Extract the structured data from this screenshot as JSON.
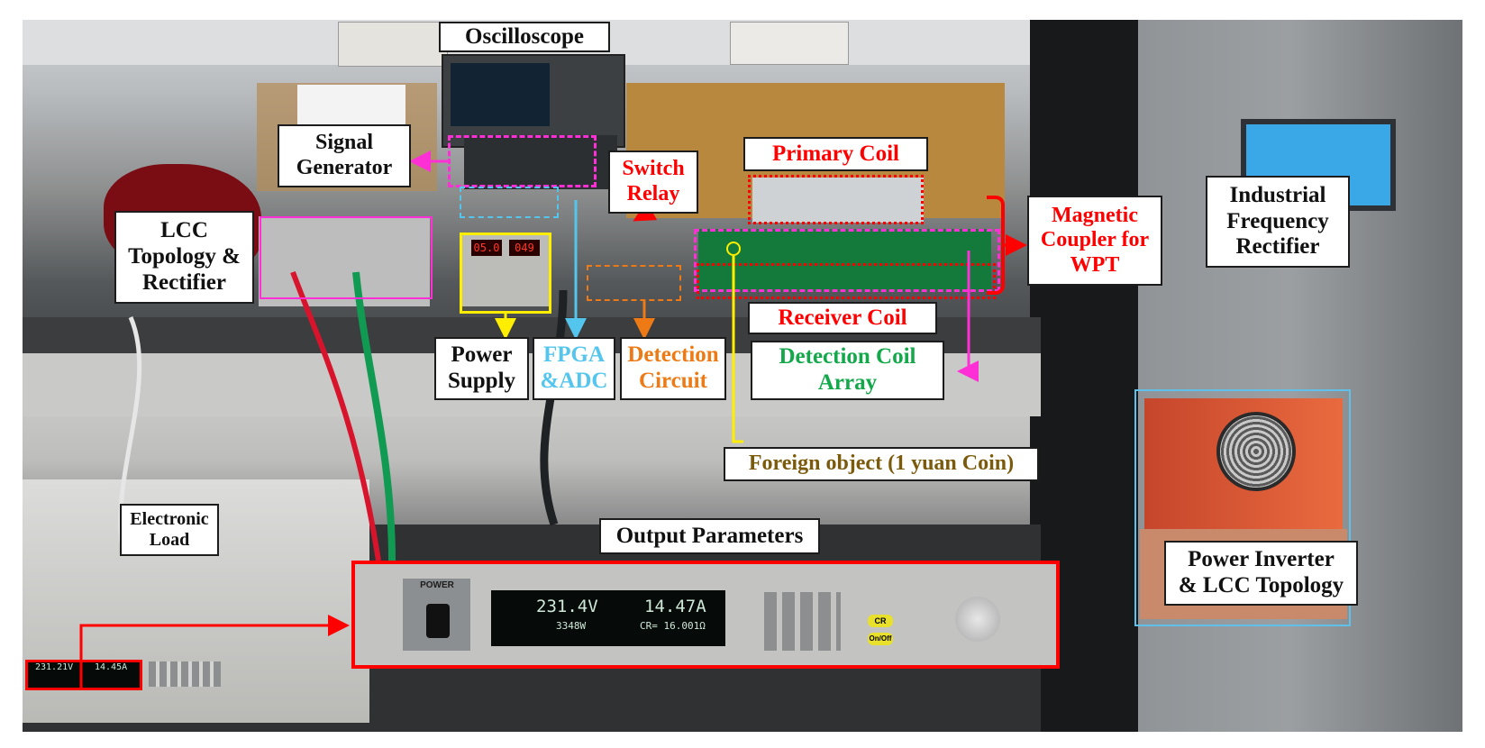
{
  "labels": {
    "oscilloscope": "Oscilloscope",
    "signal_generator": "Signal\nGenerator",
    "switch_relay": "Switch\nRelay",
    "primary_coil": "Primary Coil",
    "magnetic_coupler": "Magnetic\nCoupler for\nWPT",
    "industrial_rectifier": "Industrial\nFrequency\nRectifier",
    "lcc_rectifier": "LCC\nTopology &\nRectifier",
    "receiver_coil": "Receiver Coil",
    "power_supply": "Power\nSupply",
    "fpga_adc": "FPGA\n&ADC",
    "detection_circuit": "Detection\nCircuit",
    "detection_coil_array": "Detection Coil\nArray",
    "foreign_object": "Foreign object (1 yuan Coin)",
    "electronic_load": "Electronic\nLoad",
    "output_parameters": "Output Parameters",
    "power_inverter": "Power Inverter\n& LCC Topology"
  },
  "readouts": {
    "psu_left": "05.0",
    "psu_right": "049",
    "load_voltage": "231.4",
    "load_voltage_unit": "V",
    "load_current": "14.47A",
    "load_power": "3348W",
    "load_cr": "CR= 16.001",
    "load_cr_unit": "Ω",
    "small_voltage": "231.21V",
    "small_current": "14.45A",
    "power_panel": "POWER",
    "cr_button": "CR",
    "onoff_button": "On/Off"
  },
  "colors": {
    "red": "#ff0000",
    "magenta": "#ff2fd6",
    "yellow": "#ffee00",
    "cyan": "#54c6ee",
    "orange": "#ee7a16",
    "green": "#13a84a",
    "olive": "#7b5a0c",
    "light_blue": "#5fc0ea"
  }
}
